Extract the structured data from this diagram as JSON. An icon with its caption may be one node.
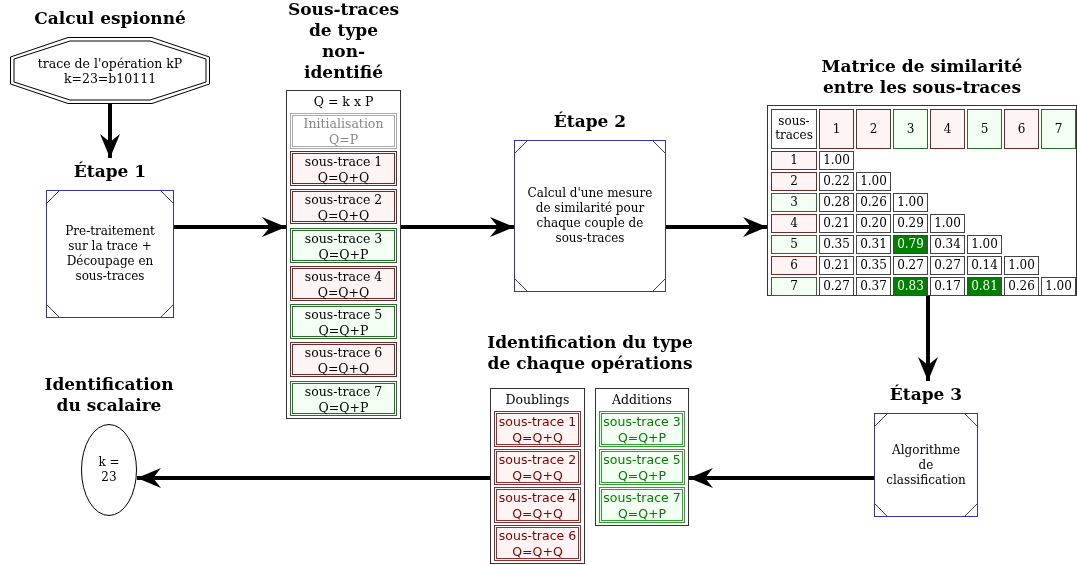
{
  "diagram": {
    "nodes": [
      {
        "text": [
          "Calcul espionné",
          "trace de l'opération kP k=23=b10111"
        ]
      },
      {
        "text": [
          "Étape 1",
          "Pre-traitement sur la trace + Découpage en sous-traces"
        ]
      },
      {
        "text": [
          "Sous-traces de type non-identifié",
          "Q = k x P"
        ]
      },
      {
        "text": [
          "Initialisation Q=P"
        ],
        "in": 2
      },
      {
        "text": [
          "sous-trace 1 Q=Q+Q"
        ],
        "in": 2
      },
      {
        "text": [
          "sous-trace 2 Q=Q+Q"
        ],
        "in": 2
      },
      {
        "text": [
          "sous-trace 3 Q=Q+P"
        ],
        "in": 2
      },
      {
        "text": [
          "sous-trace 4 Q=Q+Q"
        ],
        "in": 2
      },
      {
        "text": [
          "sous-trace 5 Q=Q+P"
        ],
        "in": 2
      },
      {
        "text": [
          "sous-trace 6 Q=Q+Q"
        ],
        "in": 2
      },
      {
        "text": [
          "sous-trace 7 Q=Q+P"
        ],
        "in": 2
      },
      {
        "text": [
          "Étape 2",
          "Calcul d'une mesure de similarité pour chaque couple de sous-traces"
        ]
      },
      {
        "text": [
          "Matrice de similarité entre les sous-traces"
        ]
      },
      {
        "text": [
          "Étape 3",
          "Algorithme de classification"
        ]
      },
      {
        "text": [
          "Doublings"
        ]
      },
      {
        "text": [
          "sous-trace 1 Q=Q+Q"
        ],
        "in": 14
      },
      {
        "text": [
          "sous-trace 2 Q=Q+Q"
        ],
        "in": 14
      },
      {
        "text": [
          "sous-trace 4 Q=Q+Q"
        ],
        "in": 14
      },
      {
        "text": [
          "sous-trace 6 Q=Q+Q"
        ],
        "in": 14
      },
      {
        "text": [
          "Additions"
        ]
      },
      {
        "text": [
          "sous-trace 3 Q=Q+P"
        ],
        "in": 19
      },
      {
        "text": [
          "sous-trace 5 Q=Q+P"
        ],
        "in": 19
      },
      {
        "text": [
          "sous-trace 7 Q=Q+P"
        ],
        "in": 19
      },
      {
        "text": [
          "Identification du scalaire",
          "k = 23"
        ]
      }
    ],
    "edges": [
      {
        "from": 0,
        "to": 1,
        "arrow": "to"
      },
      {
        "from": 1,
        "to": 2,
        "arrow": "to"
      },
      {
        "from": 2,
        "to": 11,
        "arrow": "to"
      },
      {
        "from": 11,
        "to": 12,
        "arrow": "to"
      },
      {
        "from": 12,
        "to": 13,
        "arrow": "to"
      },
      {
        "from": 13,
        "to": 19,
        "arrow": "to"
      },
      {
        "from": 14,
        "to": 23,
        "arrow": "to"
      }
    ],
    "labels": [
      "Identification du type de chaque opérations",
      "sous-traces",
      "1",
      "2",
      "3",
      "4",
      "5",
      "6",
      "7",
      "1",
      "1.00",
      "2",
      "0.22",
      "1.00",
      "3",
      "0.28",
      "0.26",
      "1.00",
      "4",
      "0.21",
      "0.20",
      "0.29",
      "1.00",
      "5",
      "0.35",
      "0.31",
      "0.79",
      "0.34",
      "1.00",
      "6",
      "0.21",
      "0.35",
      "0.27",
      "0.27",
      "0.14",
      "1.00",
      "7",
      "0.27",
      "0.37",
      "0.83",
      "0.17",
      "0.81",
      "0.26",
      "1.00"
    ]
  }
}
